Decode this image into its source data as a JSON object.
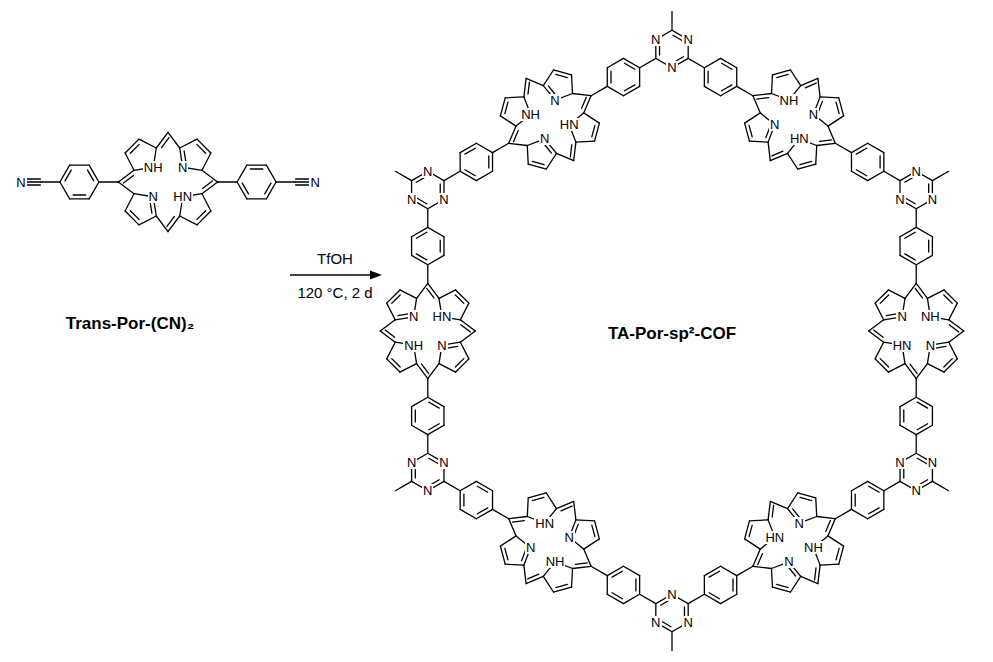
{
  "diagram": {
    "labels": [
      "Trans-Por-(CN)₂",
      "TfOH",
      "120 °C, 2 d",
      "TA-Por-sp²-COF",
      "N",
      "NH",
      "N",
      "N",
      "HN",
      "N",
      "N",
      "N",
      "N",
      "N",
      "N",
      "N",
      "N",
      "N",
      "N",
      "N",
      "N",
      "N",
      "N",
      "N",
      "N",
      "N",
      "N",
      "N",
      "NH",
      "N",
      "N",
      "HN",
      "NH",
      "N",
      "N",
      "HN",
      "NH",
      "N",
      "N",
      "HN",
      "NH",
      "N",
      "N",
      "HN",
      "NH",
      "N",
      "N",
      "HN",
      "NH",
      "N",
      "N",
      "HN"
    ]
  }
}
